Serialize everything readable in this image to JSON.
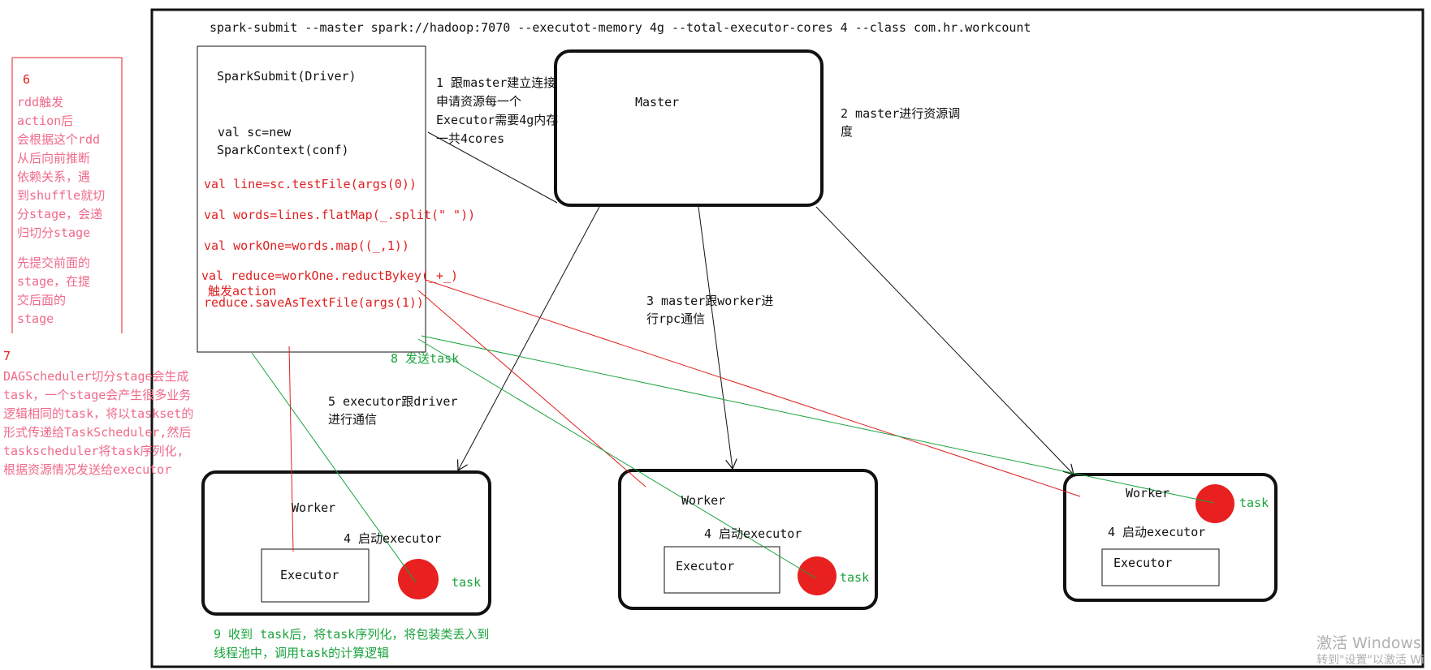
{
  "command": "spark-submit --master spark://hadoop:7070 --executot-memory 4g --total-executor-cores 4 --class com.hr.workcount",
  "driver": {
    "title": "SparkSubmit(Driver)",
    "sc_line1": "val sc=new",
    "sc_line2": "SparkContext(conf)",
    "code": [
      "val line=sc.testFile(args(0))",
      "val words=lines.flatMap(_.split(\" \"))",
      "val workOne=words.map((_,1))",
      "val reduce=workOne.reductBykey(_+_)",
      "触发action",
      "reduce.saveAsTextFile(args(1))"
    ]
  },
  "master": {
    "label": "Master"
  },
  "steps": {
    "s1": [
      "1 跟master建立连接",
      "申请资源每一个",
      "Executor需要4g内存",
      "一共4cores"
    ],
    "s2": [
      "2 master进行资源调",
      "度"
    ],
    "s3": [
      "3 master跟worker进",
      "行rpc通信"
    ],
    "s5": [
      "5 executor跟driver",
      "进行通信"
    ],
    "s8": "8 发送task",
    "s9": [
      "9 收到 task后，将task序列化，将包装类丢入到",
      "线程池中，调用task的计算逻辑"
    ]
  },
  "note6": {
    "num": "6",
    "lines": [
      "rdd触发",
      "action后",
      "会根据这个rdd",
      "从后向前推断",
      "依赖关系，遇",
      "到shuffle就切",
      "分stage，会递",
      "归切分stage"
    ],
    "lines2": [
      "先提交前面的",
      "stage，在提",
      "交后面的",
      "stage"
    ]
  },
  "note7": {
    "num": "7",
    "lines": [
      "DAGScheduler切分stage会生成",
      "task，一个stage会产生很多业务",
      "逻辑相同的task，将以taskset的",
      "形式传递给TaskScheduler,然后",
      "taskscheduler将task序列化,",
      "根据资源情况发送给executor"
    ]
  },
  "workers": [
    {
      "label": "Worker",
      "start": "4 启动executor",
      "executor": "Executor",
      "task": "task"
    },
    {
      "label": "Worker",
      "start": "4 启动executor",
      "executor": "Executor",
      "task": "task"
    },
    {
      "label": "Worker",
      "start": "4 启动executor",
      "executor": "Executor",
      "task": "task"
    }
  ],
  "watermark": {
    "line1": "激活 Windows",
    "line2": "转到\"设置\"以激活 Wi"
  },
  "colors": {
    "red": "#e02020",
    "pink": "#f06a8a",
    "green": "#1aa33c",
    "black": "#111111"
  }
}
